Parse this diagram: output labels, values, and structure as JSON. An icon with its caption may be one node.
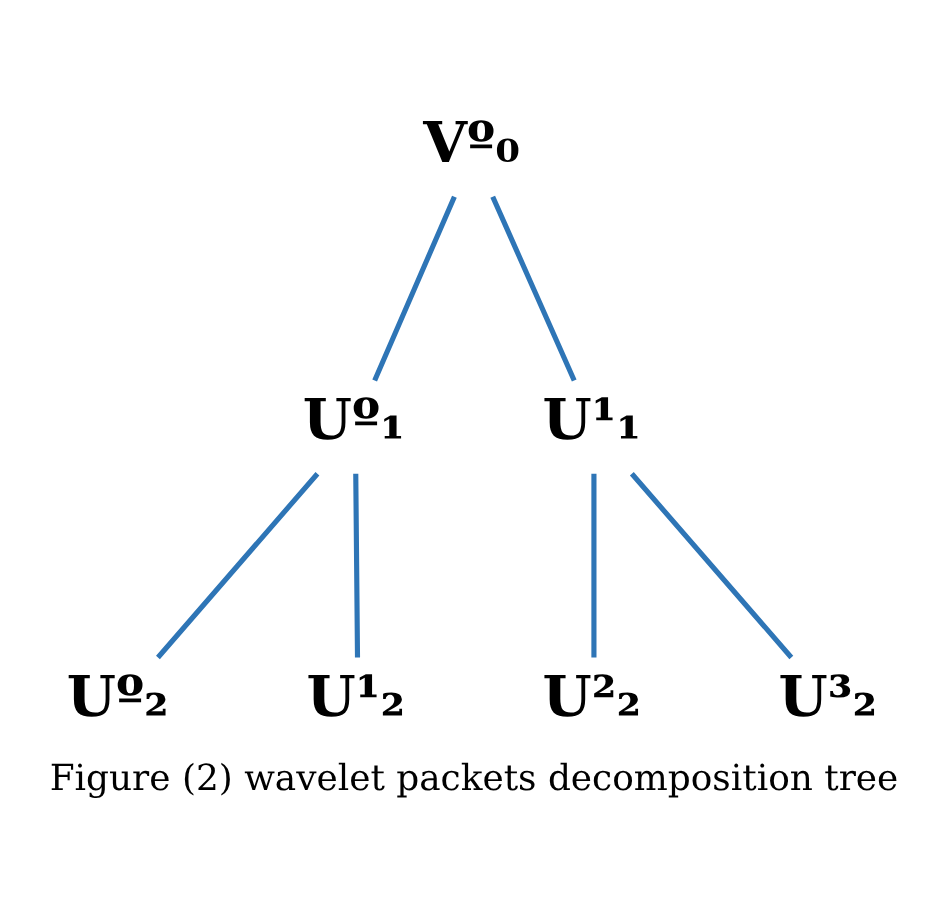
{
  "diagram": {
    "caption": "Figure (2) wavelet packets decomposition tree",
    "nodes": [
      {
        "text": [
          "Vº₀"
        ]
      },
      {
        "text": [
          "Uº₁"
        ]
      },
      {
        "text": [
          "U¹₁"
        ]
      },
      {
        "text": [
          "Uº₂"
        ]
      },
      {
        "text": [
          "U¹₂"
        ]
      },
      {
        "text": [
          "U²₂"
        ]
      },
      {
        "text": [
          "U³₂"
        ]
      }
    ],
    "edges": [
      {
        "from": 0,
        "to": 1,
        "arrow": "none"
      },
      {
        "from": 0,
        "to": 2,
        "arrow": "none"
      },
      {
        "from": 1,
        "to": 3,
        "arrow": "none"
      },
      {
        "from": 1,
        "to": 4,
        "arrow": "none"
      },
      {
        "from": 2,
        "to": 5,
        "arrow": "none"
      },
      {
        "from": 2,
        "to": 6,
        "arrow": "none"
      }
    ]
  }
}
